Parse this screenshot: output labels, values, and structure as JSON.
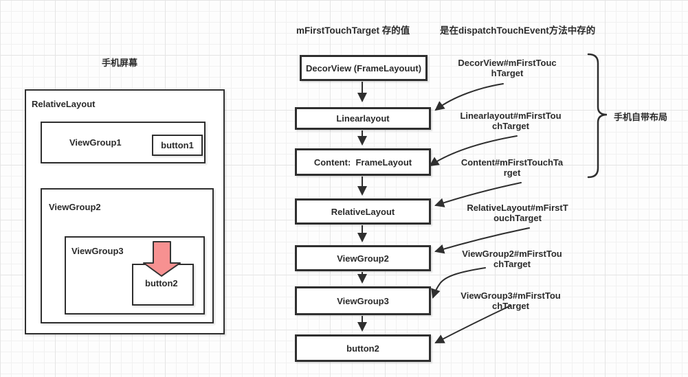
{
  "titles": {
    "value_title": "mFirstTouchTarget 存的值",
    "method_note": "是在dispatchTouchEvent方法中存的"
  },
  "phone_panel": {
    "screen_label": "手机屏幕",
    "root_label": "RelativeLayout",
    "viewgroup1_label": "ViewGroup1",
    "button1_label": "button1",
    "viewgroup2_label": "ViewGroup2",
    "viewgroup3_label": "ViewGroup3",
    "button2_label": "button2"
  },
  "flow": {
    "nodes": [
      {
        "label": "DecorView (FrameLayouut)",
        "field_label": "DecorView#mFirstTouc\nhTarget"
      },
      {
        "label": "Linearlayout",
        "field_label": "Linearlayout#mFirstTou\nchTarget"
      },
      {
        "label": "Content:  FrameLayout",
        "field_label": "Content#mFirstTouchTa\nrget"
      },
      {
        "label": "RelativeLayout",
        "field_label": "RelativeLayout#mFirstT\nouchTarget"
      },
      {
        "label": "ViewGroup2",
        "field_label": "ViewGroup2#mFirstTou\nchTarget"
      },
      {
        "label": "ViewGroup3",
        "field_label": "ViewGroup3#mFirstTou\nchTarget"
      },
      {
        "label": "button2",
        "field_label": ""
      }
    ]
  },
  "brace": {
    "label": "手机自带布局"
  },
  "colors": {
    "shape_border": "#2f2f2f",
    "text": "#2b2b2b",
    "touch_arrow_fill": "#f79191",
    "background": "#fdfdfd"
  }
}
